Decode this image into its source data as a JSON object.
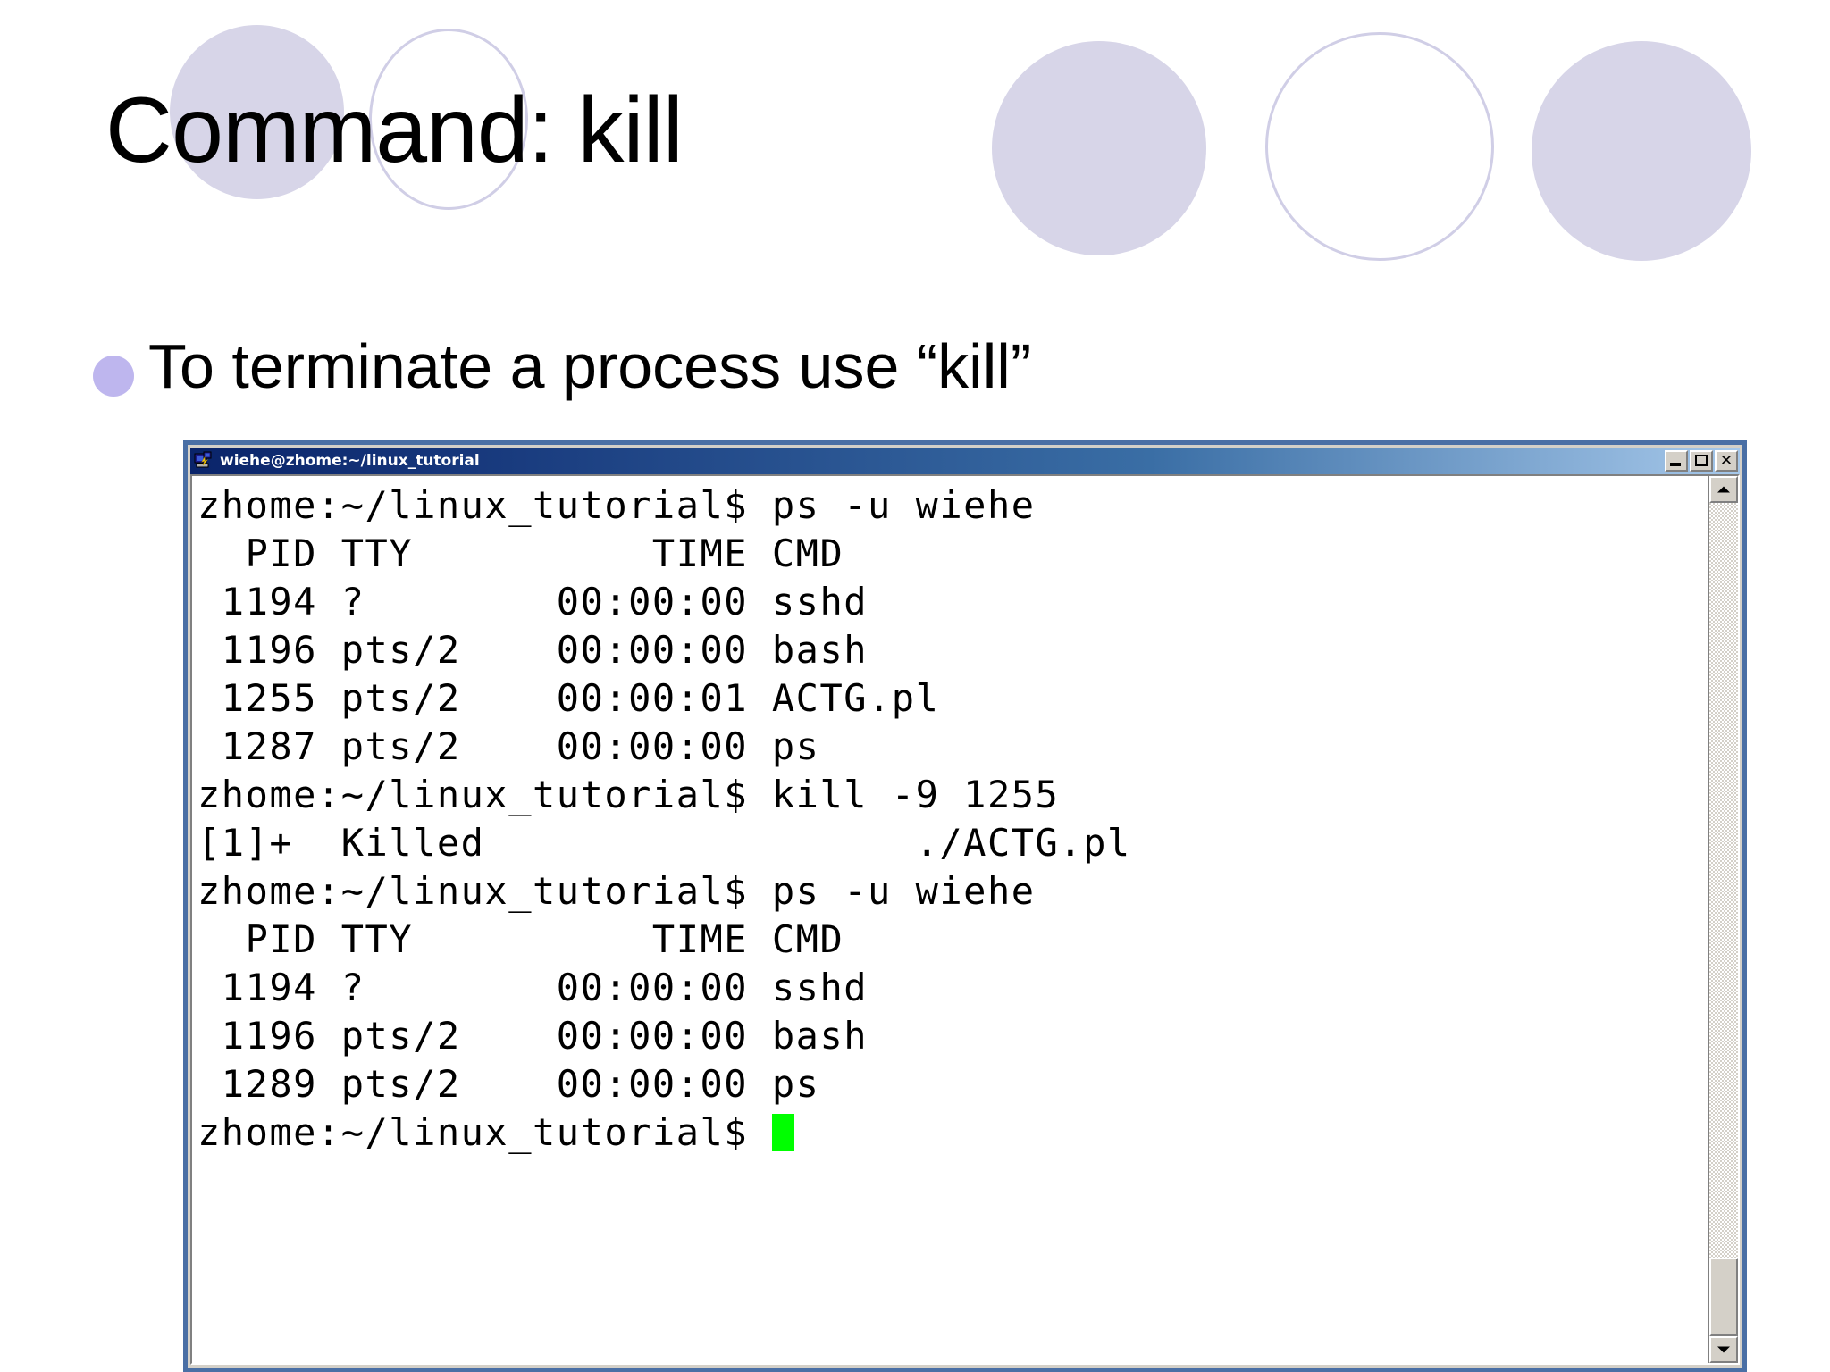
{
  "slide": {
    "title": "Command: kill",
    "bullet_text": "To terminate a process use “kill”",
    "bullet_marker_color": "#beb6ee",
    "background_color": "#ffffff",
    "decor_circle_fill": "#d7d5e8",
    "decor_circle_stroke": "#d0cee6"
  },
  "terminal": {
    "titlebar": {
      "text": "wiehe@zhome:~/linux_tutorial",
      "icon": "putty-icon",
      "gradient_start": "#0a246a",
      "gradient_end": "#a6c8ea"
    },
    "window_buttons": {
      "minimize": "minimize-icon",
      "maximize": "maximize-icon",
      "close": "close-icon"
    },
    "border_color": "#4a6fa5",
    "background_color": "#ffffff",
    "text_color": "#000000",
    "cursor_color": "#00ff00",
    "lines": [
      "zhome:~/linux_tutorial$ ps -u wiehe",
      "  PID TTY          TIME CMD",
      " 1194 ?        00:00:00 sshd",
      " 1196 pts/2    00:00:00 bash",
      " 1255 pts/2    00:00:01 ACTG.pl",
      " 1287 pts/2    00:00:00 ps",
      "zhome:~/linux_tutorial$ kill -9 1255",
      "[1]+  Killed                  ./ACTG.pl",
      "zhome:~/linux_tutorial$ ps -u wiehe",
      "  PID TTY          TIME CMD",
      " 1194 ?        00:00:00 sshd",
      " 1196 pts/2    00:00:00 bash",
      " 1289 pts/2    00:00:00 ps"
    ],
    "prompt_last": "zhome:~/linux_tutorial$ ",
    "process_table": {
      "headers": [
        "PID",
        "TTY",
        "TIME",
        "CMD"
      ],
      "before_kill": [
        {
          "pid": "1194",
          "tty": "?",
          "time": "00:00:00",
          "cmd": "sshd"
        },
        {
          "pid": "1196",
          "tty": "pts/2",
          "time": "00:00:00",
          "cmd": "bash"
        },
        {
          "pid": "1255",
          "tty": "pts/2",
          "time": "00:00:01",
          "cmd": "ACTG.pl"
        },
        {
          "pid": "1287",
          "tty": "pts/2",
          "time": "00:00:00",
          "cmd": "ps"
        }
      ],
      "after_kill": [
        {
          "pid": "1194",
          "tty": "?",
          "time": "00:00:00",
          "cmd": "sshd"
        },
        {
          "pid": "1196",
          "tty": "pts/2",
          "time": "00:00:00",
          "cmd": "bash"
        },
        {
          "pid": "1289",
          "tty": "pts/2",
          "time": "00:00:00",
          "cmd": "ps"
        }
      ]
    }
  }
}
